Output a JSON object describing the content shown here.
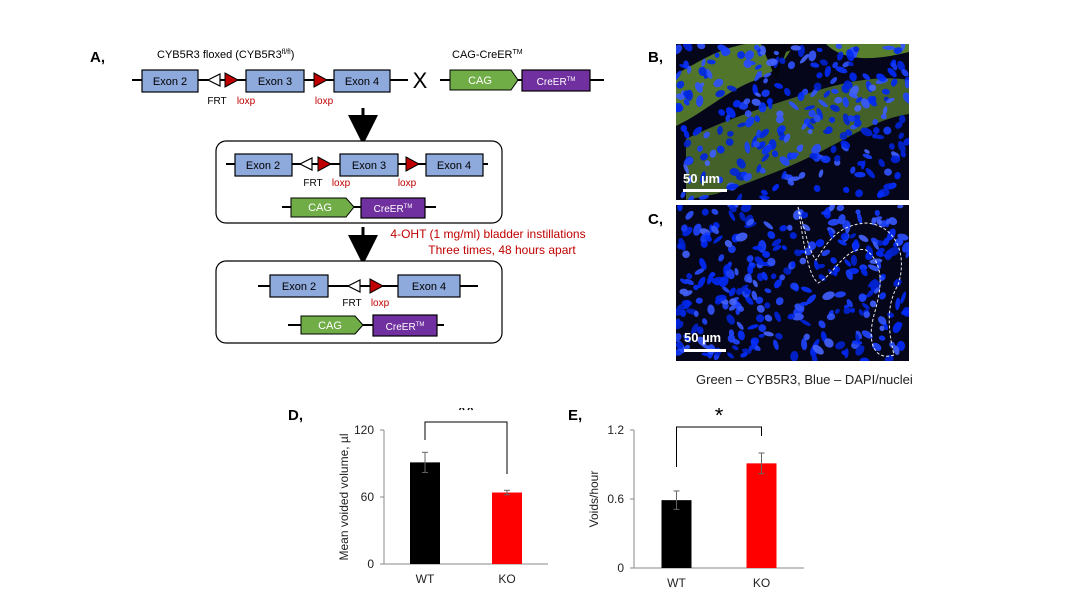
{
  "panel_labels": {
    "a": "A,",
    "b": "B,",
    "c": "C,",
    "d": "D,",
    "e": "E,"
  },
  "panel_a": {
    "floxed_label": "CYB5R3 floxed (CYB5R3",
    "floxed_sup": "fl/fl",
    "floxed_close": ")",
    "cre_label": "CAG-CreER",
    "tm": "TM",
    "cross": "X",
    "exon2": "Exon 2",
    "exon3": "Exon 3",
    "exon4": "Exon 4",
    "frt": "FRT",
    "loxp": "loxp",
    "cag": "CAG",
    "creer": "CreER",
    "treatment_line1": "4-OHT (1 mg/ml) bladder instillations",
    "treatment_line2": "Three times, 48 hours apart"
  },
  "micrographs": {
    "scale_label": "50 µm",
    "caption": "Green – CYB5R3, Blue – DAPI/nuclei"
  },
  "colors": {
    "exon_fill": "#8ea9db",
    "cag_fill": "#70ad47",
    "creer_fill": "#7030a0",
    "loxp_red": "#c00000",
    "bar_wt": "#000000",
    "bar_ko": "#ff0000",
    "dapi_blue": "#1f3bff",
    "cyb5r3_green": "#8fd13a"
  },
  "chart_data": [
    {
      "type": "bar",
      "categories": [
        "WT",
        "KO"
      ],
      "values": [
        91,
        64
      ],
      "errors": [
        9,
        2
      ],
      "ylabel": "Mean voided volume, µl",
      "yticks": [
        "0",
        "60",
        "120"
      ],
      "ylim": [
        0,
        120
      ],
      "significance": "**",
      "grid": false
    },
    {
      "type": "bar",
      "categories": [
        "WT",
        "KO"
      ],
      "values": [
        0.59,
        0.91
      ],
      "errors": [
        0.08,
        0.09
      ],
      "ylabel": "Voids/hour",
      "yticks": [
        "0",
        "0.6",
        "1.2"
      ],
      "ylim": [
        0,
        1.2
      ],
      "significance": "*",
      "grid": false
    }
  ]
}
